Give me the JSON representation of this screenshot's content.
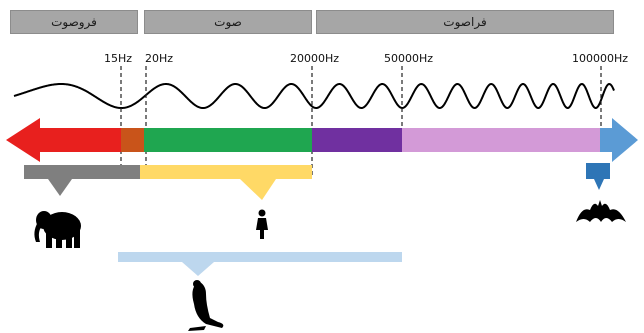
{
  "bands": {
    "infrasound": "فروصوت",
    "sound": "صوت",
    "ultrasound": "فراصوت"
  },
  "frequencies": {
    "f15": "15Hz",
    "f20": "20Hz",
    "f20000": "20000Hz",
    "f50000": "50000Hz",
    "f100000": "100000Hz"
  },
  "colors": {
    "red": "#e8201e",
    "orange": "#c9541a",
    "green": "#1fa650",
    "purple": "#7030a0",
    "lilac": "#d39ad7",
    "blue_arrow": "#5b9bd5",
    "band_gray": "#a6a6a6",
    "elephant_range": "#7f7f7f",
    "human_range": "#ffd966",
    "bat_range": "#2e75b6",
    "seal_range": "#bdd7ee"
  },
  "icons": {
    "elephant": "elephant-icon",
    "human": "human-icon",
    "bat": "bat-icon",
    "seal": "seal-icon"
  }
}
